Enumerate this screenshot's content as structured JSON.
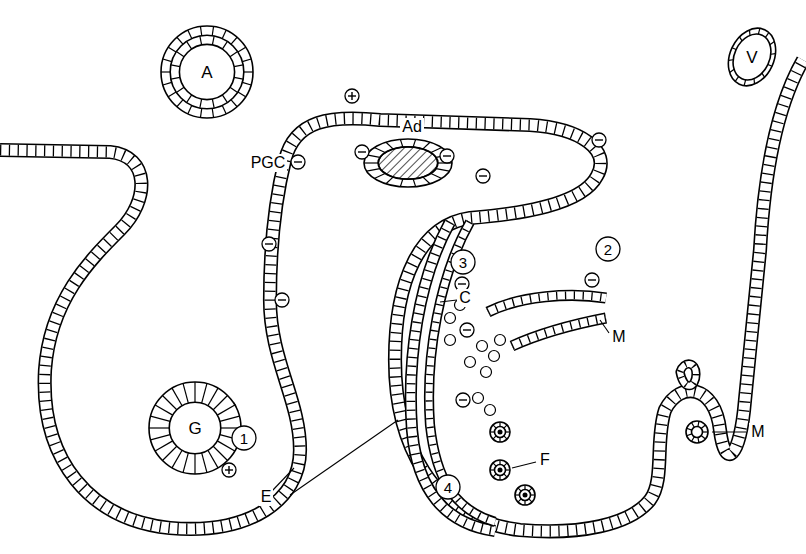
{
  "diagram": {
    "nodes": [
      {
        "text": [
          "A"
        ]
      },
      {
        "text": [
          "V"
        ]
      },
      {
        "text": [
          "G"
        ]
      },
      {
        "text": [
          "1"
        ]
      },
      {
        "text": [
          "2"
        ]
      },
      {
        "text": [
          "3"
        ]
      },
      {
        "text": [
          "4"
        ]
      }
    ],
    "labels": [
      "PGC",
      "Ad",
      "C",
      "E",
      "F",
      "M",
      "M"
    ]
  }
}
